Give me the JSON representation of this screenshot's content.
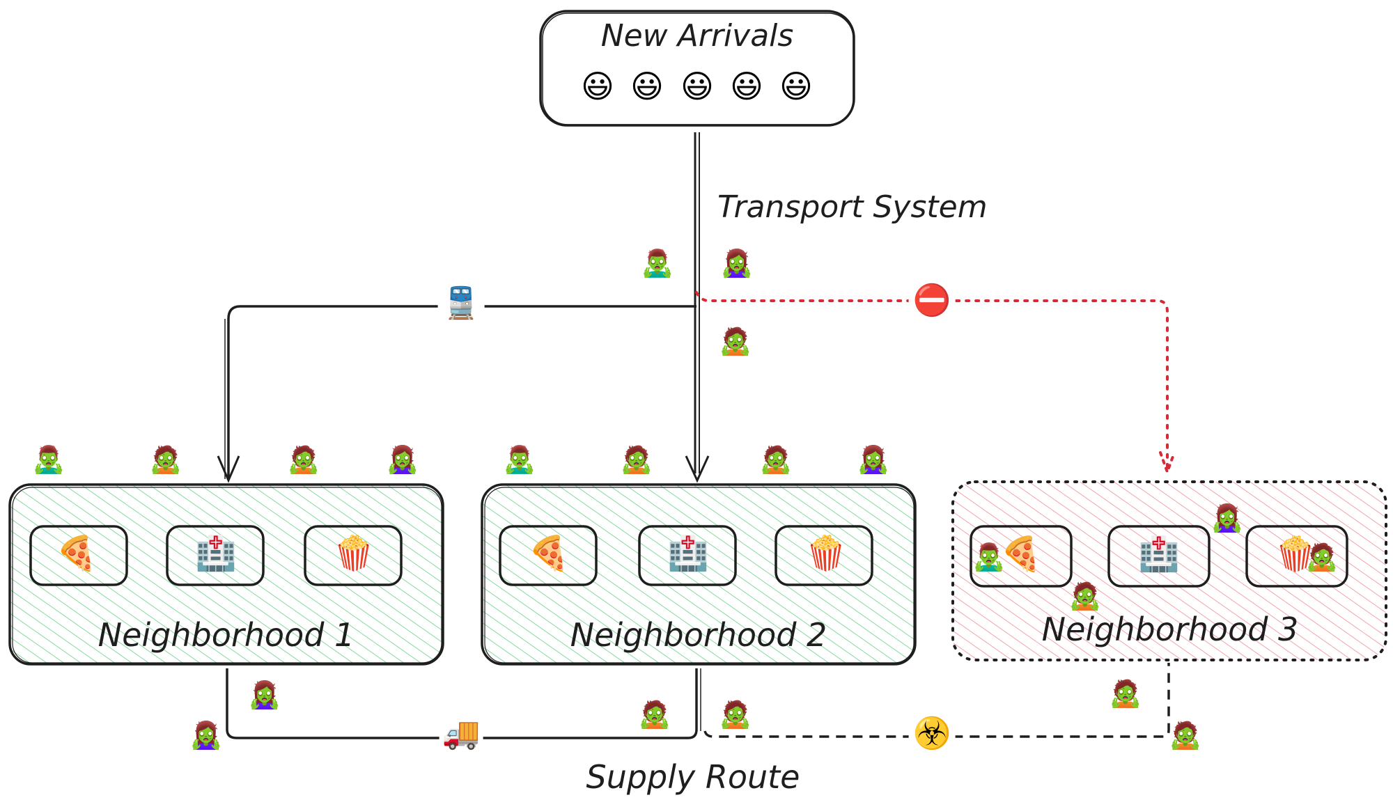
{
  "title_box": {
    "label": "New Arrivals",
    "arrivals": [
      "😃",
      "😃",
      "😃",
      "😃",
      "😃"
    ]
  },
  "labels": {
    "transport": "Transport System",
    "supply": "Supply Route"
  },
  "neighborhoods": [
    {
      "name": "Neighborhood 1",
      "status": "safe",
      "facilities": [
        "🍕",
        "🏥",
        "🍿"
      ]
    },
    {
      "name": "Neighborhood 2",
      "status": "safe",
      "facilities": [
        "🍕",
        "🏥",
        "🍿"
      ]
    },
    {
      "name": "Neighborhood 3",
      "status": "infected",
      "facilities": [
        "🍕",
        "🏥",
        "🍿"
      ]
    }
  ],
  "route_icons": {
    "train": "🚆",
    "blocked": "⛔",
    "truck": "🚚",
    "biohazard": "☣️"
  },
  "zombie": {
    "man": "🧟‍♂️",
    "woman": "🧟‍♀️",
    "person": "🧟"
  },
  "colors": {
    "stroke": "#1e1e1e",
    "safe_hatch": "#86d9a0",
    "infected_hatch": "#f2a3ab",
    "blocked_route": "#d62b36"
  }
}
